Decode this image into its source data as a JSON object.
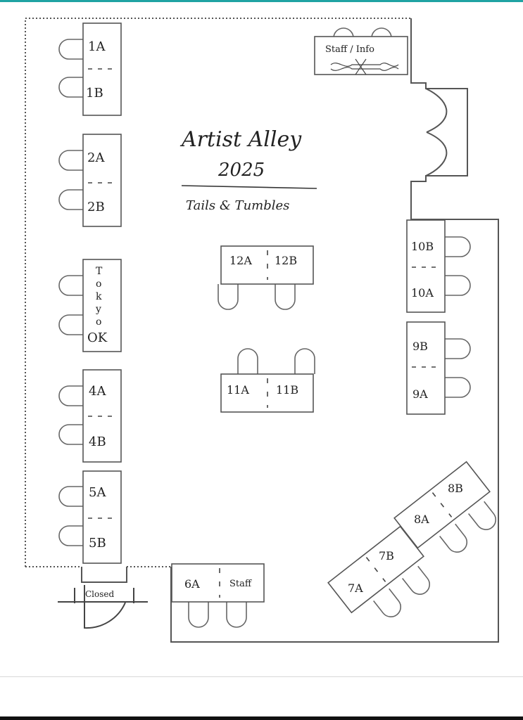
{
  "title": "Artist Alley",
  "year": "2025",
  "subtitle": "Tails & Tumbles",
  "tables": {
    "t1": {
      "a": "1A",
      "b": "1B"
    },
    "t2": {
      "a": "2A",
      "b": "2B"
    },
    "t3": {
      "letters": [
        "T",
        "o",
        "k",
        "y",
        "o"
      ],
      "end": "OK"
    },
    "t4": {
      "a": "4A",
      "b": "4B"
    },
    "t5": {
      "a": "5A",
      "b": "5B"
    },
    "t6": {
      "a": "6A",
      "b": "Staff"
    },
    "t7": {
      "a": "7A",
      "b": "7B"
    },
    "t8": {
      "a": "8A",
      "b": "8B"
    },
    "t9": {
      "a": "9A",
      "b": "9B"
    },
    "t10": {
      "a": "10A",
      "b": "10B"
    },
    "t11": {
      "a": "11A",
      "b": "11B"
    },
    "t12": {
      "a": "12A",
      "b": "12B"
    }
  },
  "staff_info": "Staff / Info",
  "closed_door": "Closed",
  "colors": {
    "ink": "#333333",
    "scan_accent": "#1fa3a3"
  }
}
